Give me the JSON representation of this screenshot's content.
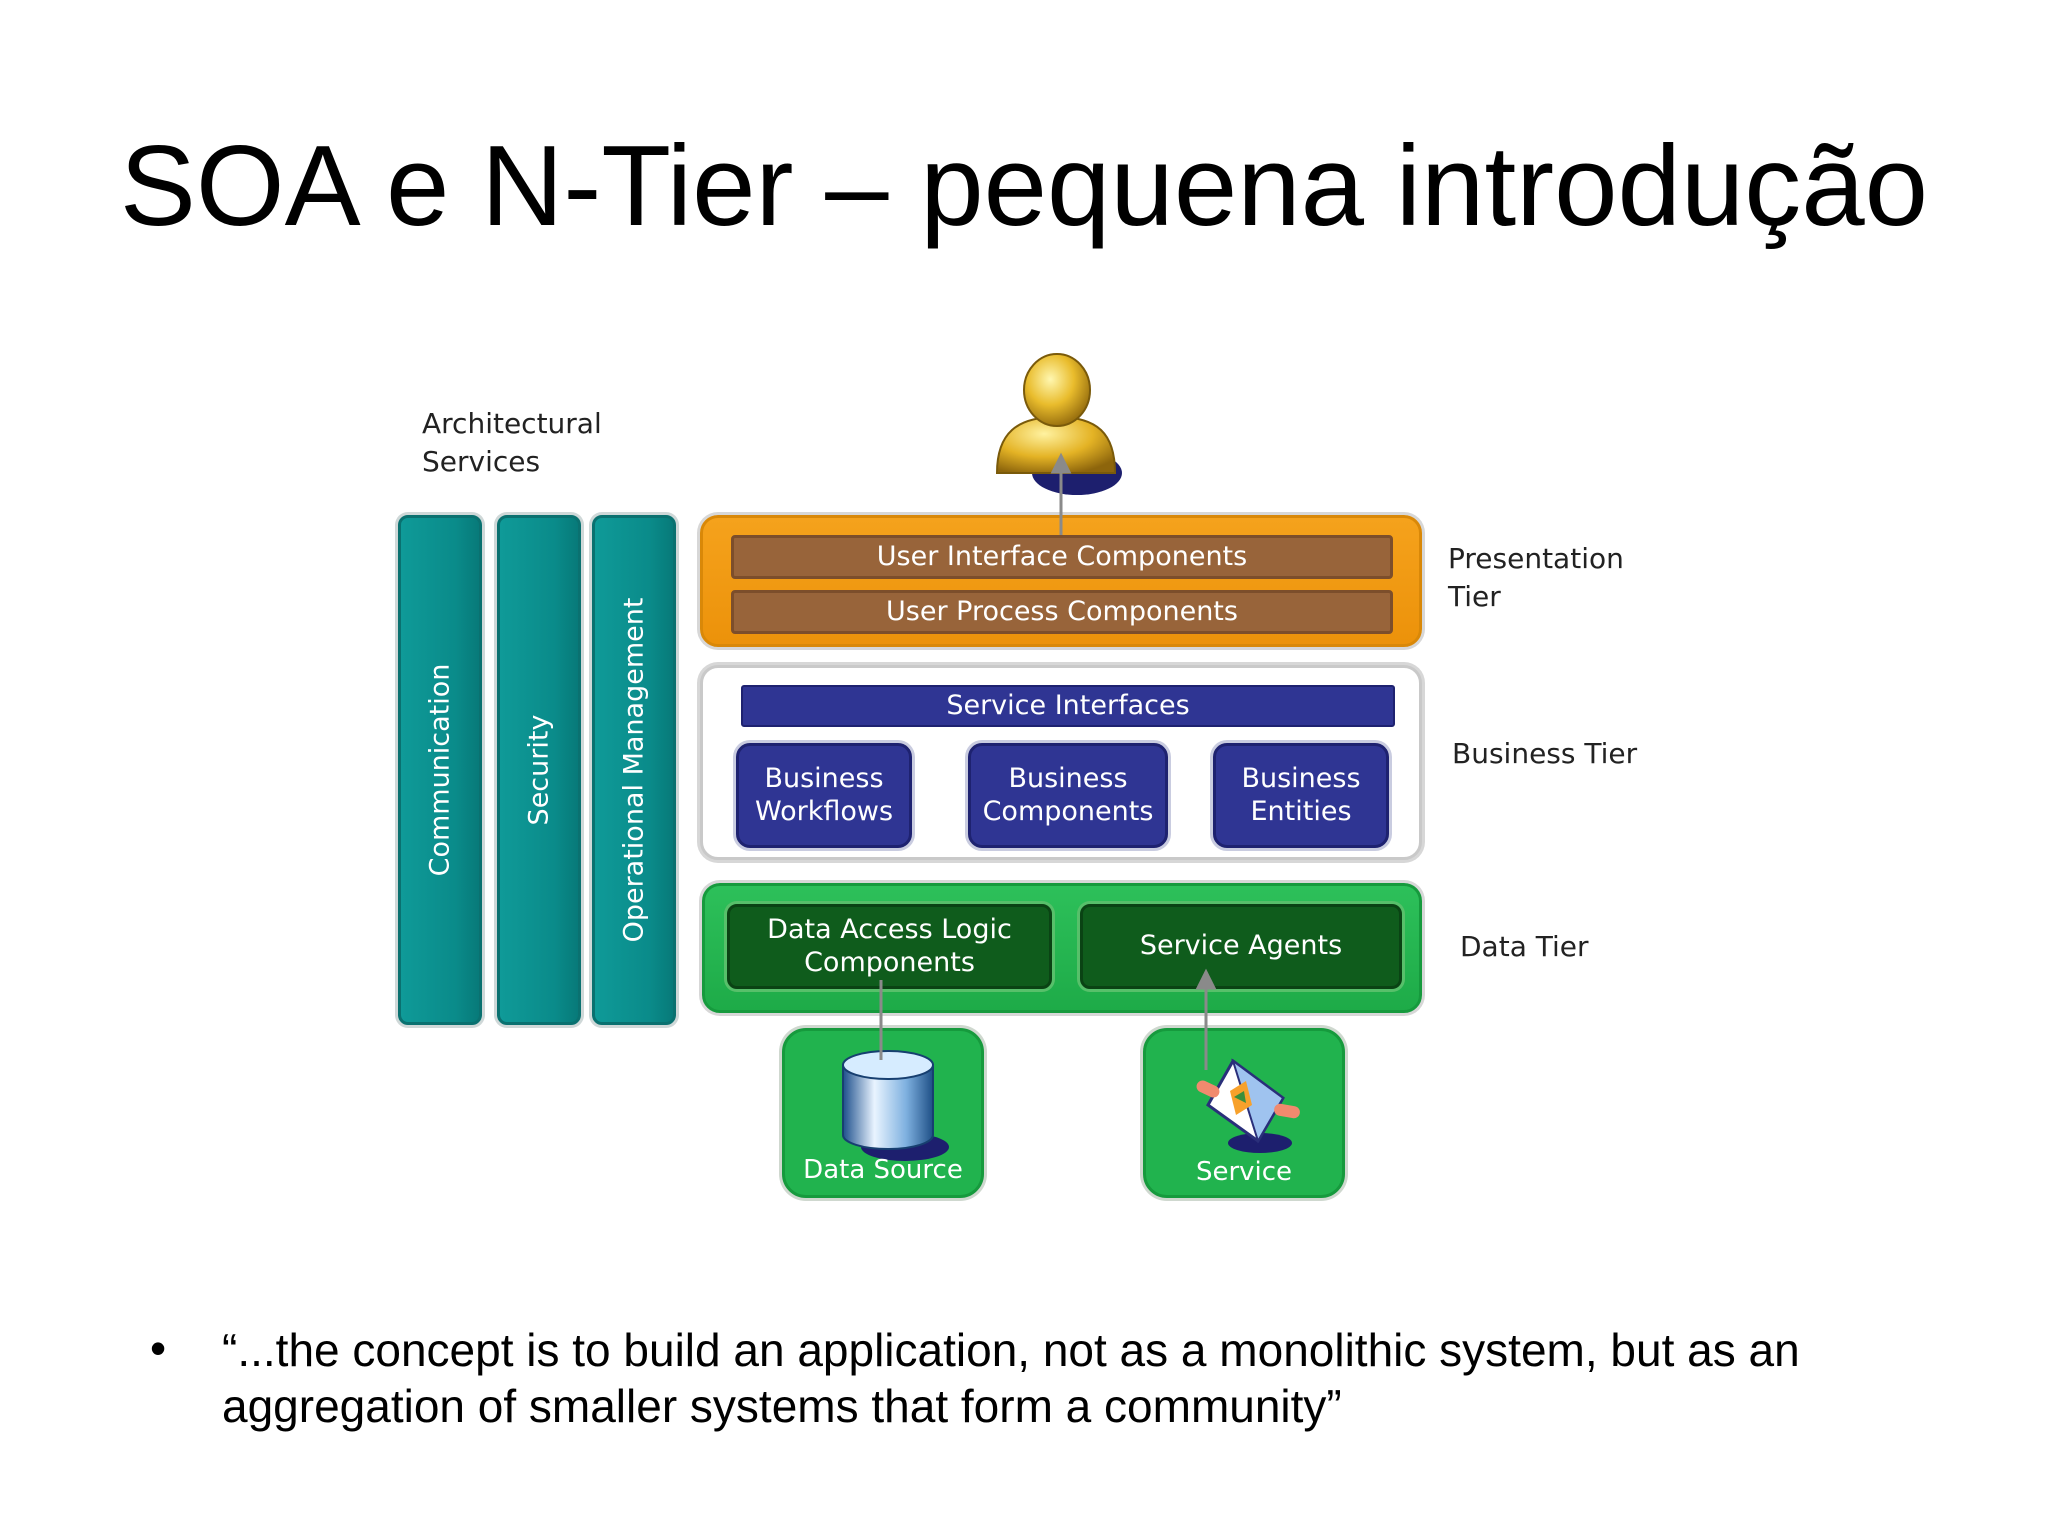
{
  "slide": {
    "title": "SOA e N-Tier – pequena introdução"
  },
  "diagram": {
    "architectural_services": {
      "heading": "Architectural\nServices",
      "pillars": [
        "Communication",
        "Security",
        "Operational Management"
      ]
    },
    "presentation_tier": {
      "label": "Presentation\nTier",
      "components": [
        "User Interface Components",
        "User Process Components"
      ]
    },
    "business_tier": {
      "label": "Business Tier",
      "service_interfaces": "Service Interfaces",
      "components": [
        "Business\nWorkflows",
        "Business\nComponents",
        "Business\nEntities"
      ]
    },
    "data_tier": {
      "label": "Data Tier",
      "components": [
        "Data Access Logic\nComponents",
        "Service Agents"
      ]
    },
    "sources": {
      "data_source": "Data Source",
      "service": "Service"
    },
    "colors": {
      "pillar": "#0a8b8a",
      "presentation": "#f0990f",
      "ui_component": "#98643a",
      "business_component": "#2f3593",
      "data_tier": "#22b24e",
      "data_component": "#0f5c1c"
    }
  },
  "bullets": [
    "“...the concept is to build an application, not as a monolithic system, but as an aggregation of smaller systems that form a community”"
  ]
}
